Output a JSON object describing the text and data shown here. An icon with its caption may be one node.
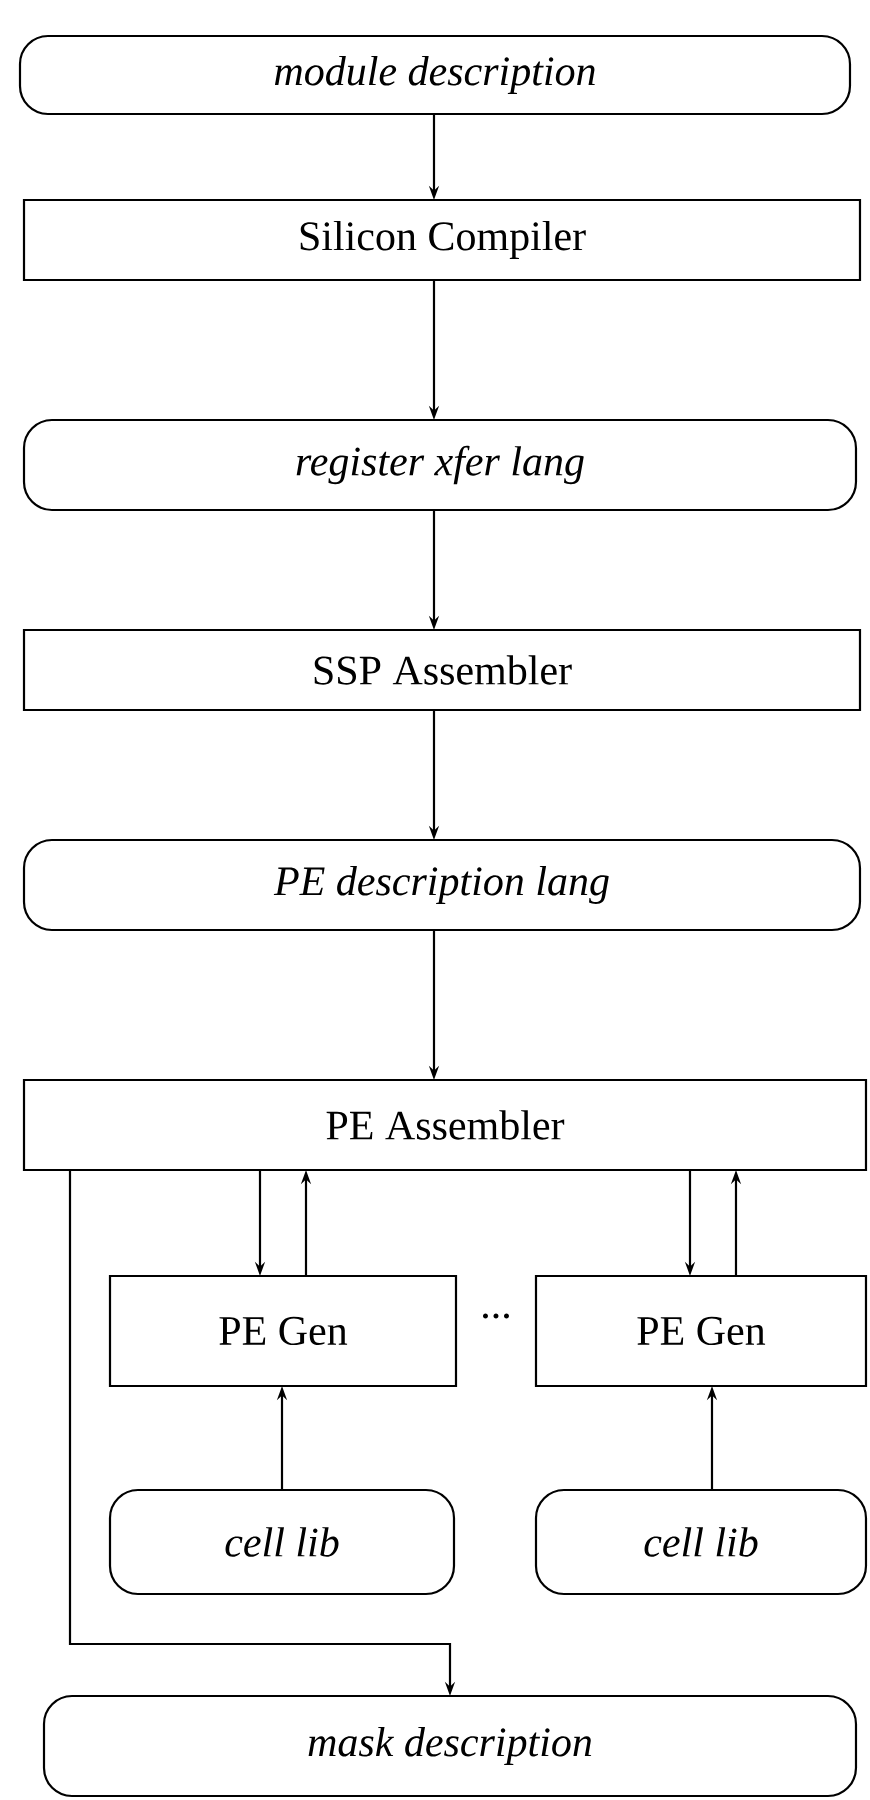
{
  "diagram": {
    "nodes": [
      {
        "text": [
          "module description"
        ]
      },
      {
        "text": [
          "Silicon Compiler"
        ]
      },
      {
        "text": [
          "register xfer lang"
        ]
      },
      {
        "text": [
          "SSP Assembler"
        ]
      },
      {
        "text": [
          "PE description lang"
        ]
      },
      {
        "text": [
          "PE Assembler"
        ]
      },
      {
        "text": [
          "PE Gen"
        ]
      },
      {
        "text": [
          "PE Gen"
        ]
      },
      {
        "text": [
          "cell lib"
        ]
      },
      {
        "text": [
          "cell lib"
        ]
      },
      {
        "text": [
          "mask description"
        ]
      }
    ],
    "edges": [
      {
        "from": 0,
        "to": 1,
        "arrow": "to"
      },
      {
        "from": 1,
        "to": 2,
        "arrow": "to"
      },
      {
        "from": 2,
        "to": 3,
        "arrow": "to"
      },
      {
        "from": 3,
        "to": 4,
        "arrow": "to"
      },
      {
        "from": 4,
        "to": 5,
        "arrow": "to"
      },
      {
        "from": 5,
        "to": 6,
        "arrow": "to"
      },
      {
        "from": 6,
        "to": 5,
        "arrow": "to"
      },
      {
        "from": 5,
        "to": 7,
        "arrow": "to"
      },
      {
        "from": 7,
        "to": 5,
        "arrow": "to"
      },
      {
        "from": 8,
        "to": 6,
        "arrow": "to"
      },
      {
        "from": 9,
        "to": 7,
        "arrow": "to"
      },
      {
        "from": 5,
        "to": 10,
        "arrow": "to"
      }
    ],
    "labels": [
      "..."
    ]
  }
}
